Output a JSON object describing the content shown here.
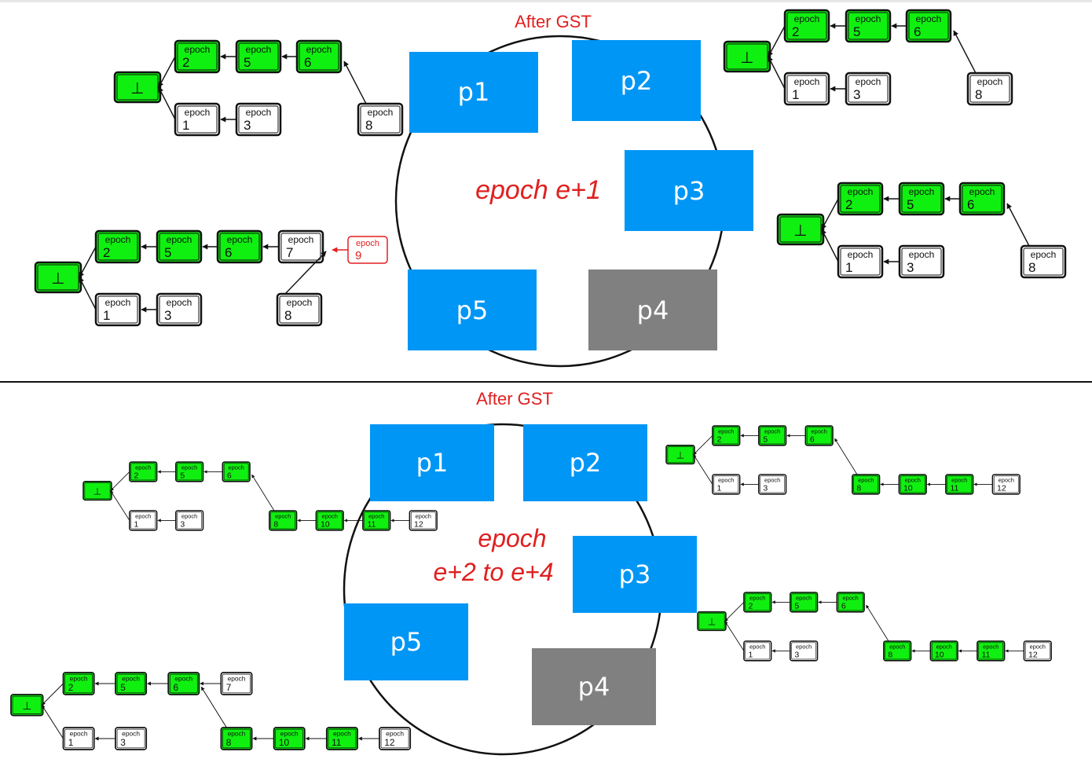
{
  "panels": [
    {
      "header": "After GST",
      "epoch_caption": [
        "epoch e+1"
      ],
      "processes": [
        {
          "name": "p1",
          "color": "#0096f5"
        },
        {
          "name": "p2",
          "color": "#0096f5"
        },
        {
          "name": "p3",
          "color": "#0096f5"
        },
        {
          "name": "p4",
          "color": "#808080"
        },
        {
          "name": "p5",
          "color": "#0096f5"
        }
      ]
    },
    {
      "header": "After GST",
      "epoch_caption": [
        "epoch",
        "e+2 to e+4"
      ],
      "processes": [
        {
          "name": "p1",
          "color": "#0096f5"
        },
        {
          "name": "p2",
          "color": "#0096f5"
        },
        {
          "name": "p3",
          "color": "#0096f5"
        },
        {
          "name": "p4",
          "color": "#808080"
        },
        {
          "name": "p5",
          "color": "#0096f5"
        }
      ]
    }
  ],
  "block_label": "epoch",
  "genesis_symbol": "⊥",
  "colors": {
    "committed": "#10f010",
    "pending": "#ffffff",
    "proposed": "#e02020",
    "border": "#111111"
  },
  "trees": [
    {
      "owner": "p1",
      "panel": 1,
      "blocks": [
        {
          "n": "⊥",
          "genesis": true
        },
        {
          "n": "2",
          "green": true
        },
        {
          "n": "5",
          "green": true
        },
        {
          "n": "6",
          "green": true
        },
        {
          "n": "1"
        },
        {
          "n": "3"
        },
        {
          "n": "8"
        }
      ]
    },
    {
      "owner": "p2",
      "panel": 1,
      "blocks": [
        {
          "n": "⊥",
          "genesis": true
        },
        {
          "n": "2",
          "green": true
        },
        {
          "n": "5",
          "green": true
        },
        {
          "n": "6",
          "green": true
        },
        {
          "n": "1"
        },
        {
          "n": "3"
        },
        {
          "n": "8"
        }
      ]
    },
    {
      "owner": "p3",
      "panel": 1,
      "blocks": [
        {
          "n": "⊥",
          "genesis": true
        },
        {
          "n": "2",
          "green": true
        },
        {
          "n": "5",
          "green": true
        },
        {
          "n": "6",
          "green": true
        },
        {
          "n": "1"
        },
        {
          "n": "3"
        },
        {
          "n": "8"
        }
      ]
    },
    {
      "owner": "p5",
      "panel": 1,
      "blocks": [
        {
          "n": "⊥",
          "genesis": true
        },
        {
          "n": "2",
          "green": true
        },
        {
          "n": "5",
          "green": true
        },
        {
          "n": "6",
          "green": true
        },
        {
          "n": "7"
        },
        {
          "n": "9",
          "proposed": true
        },
        {
          "n": "1"
        },
        {
          "n": "3"
        },
        {
          "n": "8"
        }
      ]
    },
    {
      "owner": "p1",
      "panel": 2,
      "blocks": [
        {
          "n": "⊥",
          "genesis": true
        },
        {
          "n": "2",
          "green": true
        },
        {
          "n": "5",
          "green": true
        },
        {
          "n": "6",
          "green": true
        },
        {
          "n": "1"
        },
        {
          "n": "3"
        },
        {
          "n": "8",
          "green": true
        },
        {
          "n": "10",
          "green": true
        },
        {
          "n": "11",
          "green": true
        },
        {
          "n": "12"
        }
      ]
    },
    {
      "owner": "p2",
      "panel": 2,
      "blocks": [
        {
          "n": "⊥",
          "genesis": true
        },
        {
          "n": "2",
          "green": true
        },
        {
          "n": "5",
          "green": true
        },
        {
          "n": "6",
          "green": true
        },
        {
          "n": "1"
        },
        {
          "n": "3"
        },
        {
          "n": "8",
          "green": true
        },
        {
          "n": "10",
          "green": true
        },
        {
          "n": "11",
          "green": true
        },
        {
          "n": "12"
        }
      ]
    },
    {
      "owner": "p3",
      "panel": 2,
      "blocks": [
        {
          "n": "⊥",
          "genesis": true
        },
        {
          "n": "2",
          "green": true
        },
        {
          "n": "5",
          "green": true
        },
        {
          "n": "6",
          "green": true
        },
        {
          "n": "1"
        },
        {
          "n": "3"
        },
        {
          "n": "8",
          "green": true
        },
        {
          "n": "10",
          "green": true
        },
        {
          "n": "11",
          "green": true
        },
        {
          "n": "12"
        }
      ]
    },
    {
      "owner": "p5",
      "panel": 2,
      "blocks": [
        {
          "n": "⊥",
          "genesis": true
        },
        {
          "n": "2",
          "green": true
        },
        {
          "n": "5",
          "green": true
        },
        {
          "n": "6",
          "green": true
        },
        {
          "n": "7"
        },
        {
          "n": "1"
        },
        {
          "n": "3"
        },
        {
          "n": "8",
          "green": true
        },
        {
          "n": "10",
          "green": true
        },
        {
          "n": "11",
          "green": true
        },
        {
          "n": "12"
        }
      ]
    }
  ]
}
